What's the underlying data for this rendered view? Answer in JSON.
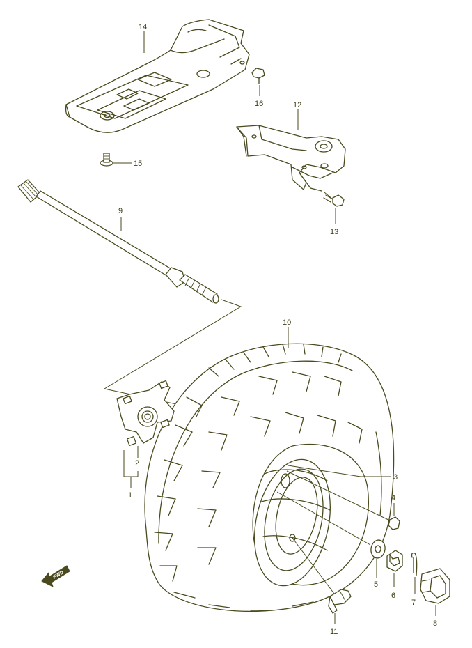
{
  "diagram": {
    "line_color": "#4a4a1e",
    "callouts": {
      "c1": "1",
      "c2": "2",
      "c3": "3",
      "c4": "4",
      "c5": "5",
      "c6": "6",
      "c7": "7",
      "c8": "8",
      "c9": "9",
      "c10": "10",
      "c11": "11",
      "c12": "12",
      "c13": "13",
      "c14": "14",
      "c15": "15",
      "c16": "16"
    },
    "direction_marker": {
      "label": "FWD",
      "icon": "direction-arrow-icon"
    }
  }
}
